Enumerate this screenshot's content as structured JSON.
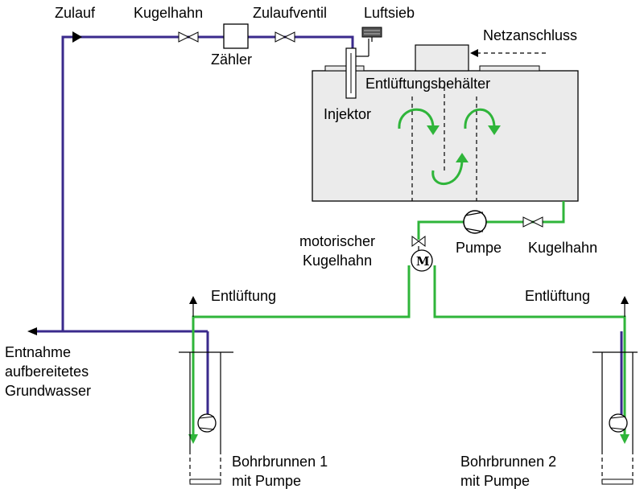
{
  "labels": {
    "zulauf": "Zulauf",
    "kugelhahn_top": "Kugelhahn",
    "zulaufventil": "Zulaufventil",
    "luftsieb": "Luftsieb",
    "netzanschluss": "Netzanschluss",
    "zaehler": "Zähler",
    "entlueftungsbehaelter": "Entlüftungsbehälter",
    "injektor": "Injektor",
    "motorischer_kugelhahn": [
      "motorischer",
      "Kugelhahn"
    ],
    "pumpe": "Pumpe",
    "kugelhahn_right": "Kugelhahn",
    "entlueftung_left": "Entlüftung",
    "entlueftung_right": "Entlüftung",
    "entnahme": [
      "Entnahme",
      "aufbereitetes",
      "Grundwasser"
    ],
    "bohrbrunnen1": [
      "Bohrbrunnen 1",
      "mit Pumpe"
    ],
    "bohrbrunnen2": [
      "Bohrbrunnen 2",
      "mit Pumpe"
    ],
    "motor_symbol": "M"
  },
  "colors": {
    "blue_pipe": "#3a2a8c",
    "green_pipe": "#2fb53a",
    "tank_fill": "#ebebeb"
  }
}
